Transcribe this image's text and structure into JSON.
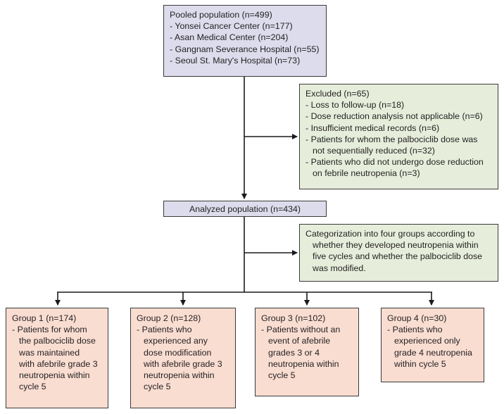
{
  "pooled": {
    "title": "Pooled population (n=499)",
    "items": [
      "- Yonsei Cancer Center (n=177)",
      "- Asan Medical Center (n=204)",
      "- Gangnam Severance Hospital (n=55)",
      "- Seoul St. Mary's Hospital (n=73)"
    ]
  },
  "excluded": {
    "title": "Excluded (n=65)",
    "items": [
      [
        "- Loss to follow-up (n=18)"
      ],
      [
        "- Dose reduction analysis not applicable (n=6)"
      ],
      [
        "- Insufficient medical records (n=6)"
      ],
      [
        "- Patients for whom the palbociclib dose was",
        "not sequentially reduced (n=32)"
      ],
      [
        "- Patients who did not undergo dose reduction",
        "on febrile neutropenia (n=3)"
      ]
    ]
  },
  "analyzed": {
    "title": "Analyzed population (n=434)"
  },
  "categorization": {
    "lines": [
      "Categorization into four groups according to",
      "whether they developed neutropenia within",
      "five cycles and whether the palbociclib dose",
      "was modified."
    ]
  },
  "groups": [
    {
      "title": "Group 1 (n=174)",
      "lines": [
        "- Patients for whom",
        "the palbociclib dose",
        "was maintained",
        "with afebrile grade 3",
        "neutropenia within",
        "cycle 5"
      ]
    },
    {
      "title": "Group 2 (n=128)",
      "lines": [
        "- Patients who",
        "experienced any",
        "dose modification",
        "with afebrile grade 3",
        "neutropenia within",
        "cycle 5"
      ]
    },
    {
      "title": "Group 3 (n=102)",
      "lines": [
        "- Patients without an",
        "event of afebrile",
        "grades 3 or 4",
        "neutropenia within",
        "cycle 5"
      ]
    },
    {
      "title": "Group 4 (n=30)",
      "lines": [
        "- Patients who",
        "experienced only",
        "grade 4 neutropenia",
        "within cycle 5"
      ]
    }
  ],
  "colors": {
    "top_box": "#dcdcec",
    "side_boxes": "#e6eedb",
    "group_boxes": "#f9ddd1",
    "lines": "#1a1a1a"
  }
}
